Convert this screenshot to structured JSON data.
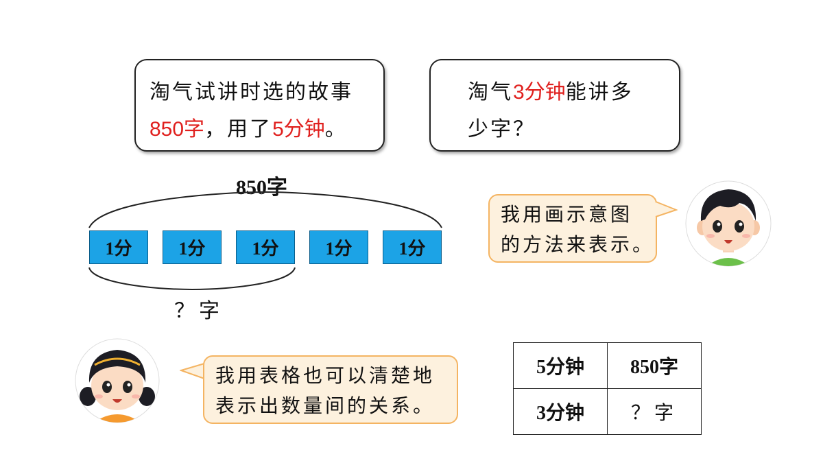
{
  "story": {
    "line1": "淘气试讲时选的故事",
    "line2_words": "850字",
    "line2_mid": "，用了",
    "line2_time": "5分钟",
    "line2_end": "。"
  },
  "question": {
    "line1_pre": "淘气",
    "line1_time": "3分钟",
    "line1_post": "能讲多",
    "line2": "少字？"
  },
  "diagram": {
    "total_label": "850字",
    "unknown_label": "？字",
    "segments": [
      "1分",
      "1分",
      "1分",
      "1分",
      "1分"
    ]
  },
  "boy_bubble": {
    "line1": "我用画示意图",
    "line2": "的方法来表示。"
  },
  "girl_bubble": {
    "line1": "我用表格也可以清楚地",
    "line2": "表示出数量间的关系。"
  },
  "table": {
    "rows": [
      [
        "5分钟",
        "850字"
      ],
      [
        "3分钟",
        "？字"
      ]
    ]
  },
  "colors": {
    "highlight": "#e0201e",
    "segment_fill": "#1ca3e6",
    "bubble_fill": "#fdf1de",
    "bubble_border": "#f4b462"
  }
}
